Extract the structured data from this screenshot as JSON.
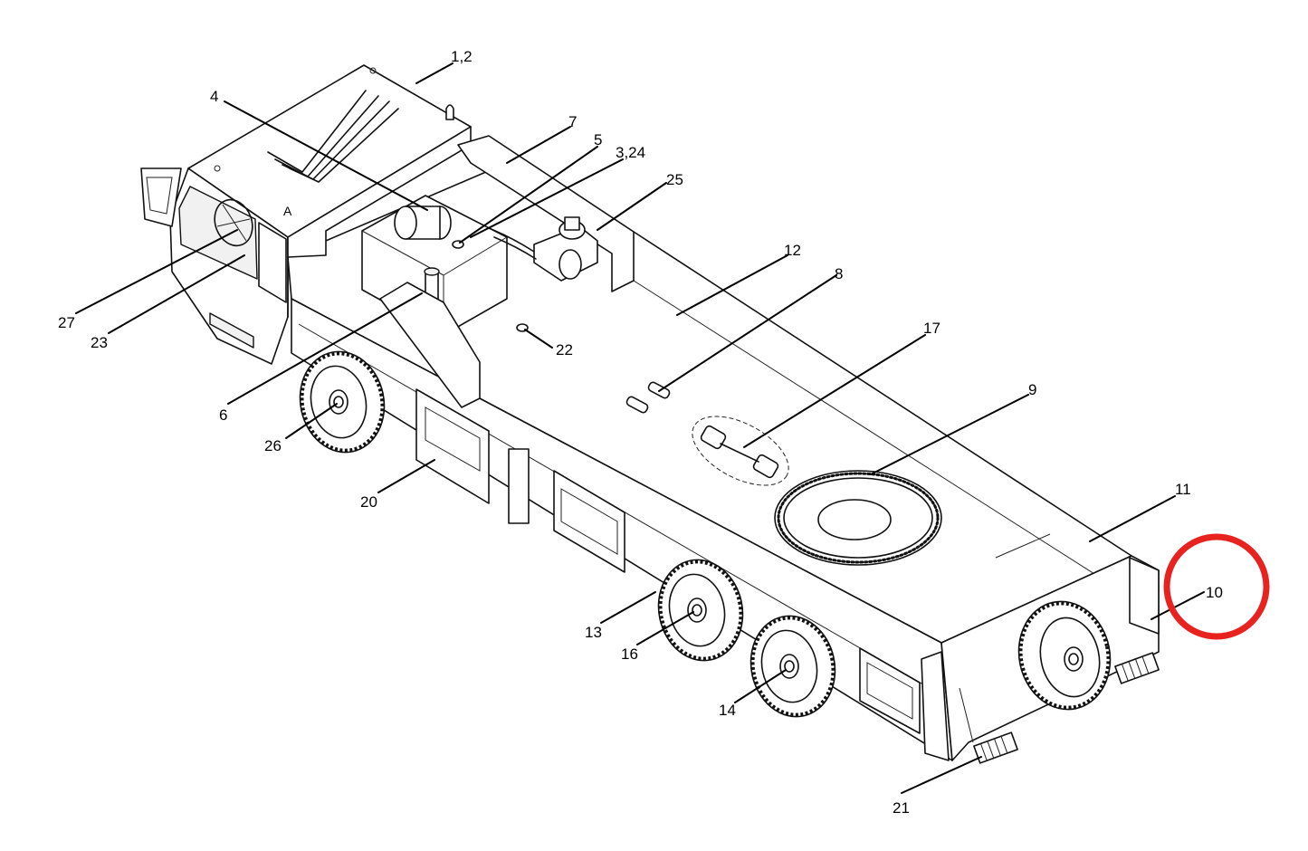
{
  "diagram": {
    "highlight_color": "#e8231f",
    "highlighted_callout": "10",
    "callouts": {
      "c1_2": "1,2",
      "c4": "4",
      "c7": "7",
      "c5": "5",
      "c3_24": "3,24",
      "c25": "25",
      "c12": "12",
      "c8": "8",
      "c17": "17",
      "c9": "9",
      "c11": "11",
      "c10": "10",
      "c27": "27",
      "c23": "23",
      "c22": "22",
      "c6": "6",
      "c26": "26",
      "c20": "20",
      "c13": "13",
      "c16": "16",
      "c14": "14",
      "c21": "21"
    }
  }
}
